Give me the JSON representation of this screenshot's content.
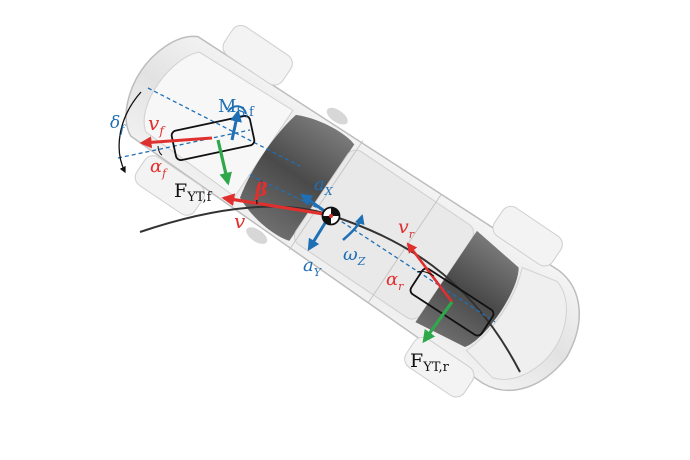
{
  "colors": {
    "red": "#e0302e",
    "blue": "#1f6fb5",
    "green": "#2ea84a",
    "black": "#111111",
    "car_body": "#e6e6e6",
    "car_shade": "#c8c8c8",
    "glass": "#5a5a5a"
  },
  "labels": {
    "delta_f": "δ",
    "delta_f_sub": "f",
    "v_f": "v",
    "v_f_sub": "f",
    "alpha_f": "α",
    "alpha_f_sub": "f",
    "m_sf": "M",
    "m_sf_sub": "S,f",
    "f_ytf": "F",
    "f_ytf_sub": "YT,f",
    "beta": "β",
    "v": "v",
    "a_x": "a",
    "a_x_sub": "X",
    "a_y": "a",
    "a_y_sub": "Y",
    "omega_z": "ω",
    "omega_z_sub": "Z",
    "v_r": "v",
    "v_r_sub": "r",
    "alpha_r": "α",
    "alpha_r_sub": "r",
    "f_ytr": "F",
    "f_ytr_sub": "YT,r"
  },
  "icons": {
    "cog": "center-of-gravity-icon"
  }
}
